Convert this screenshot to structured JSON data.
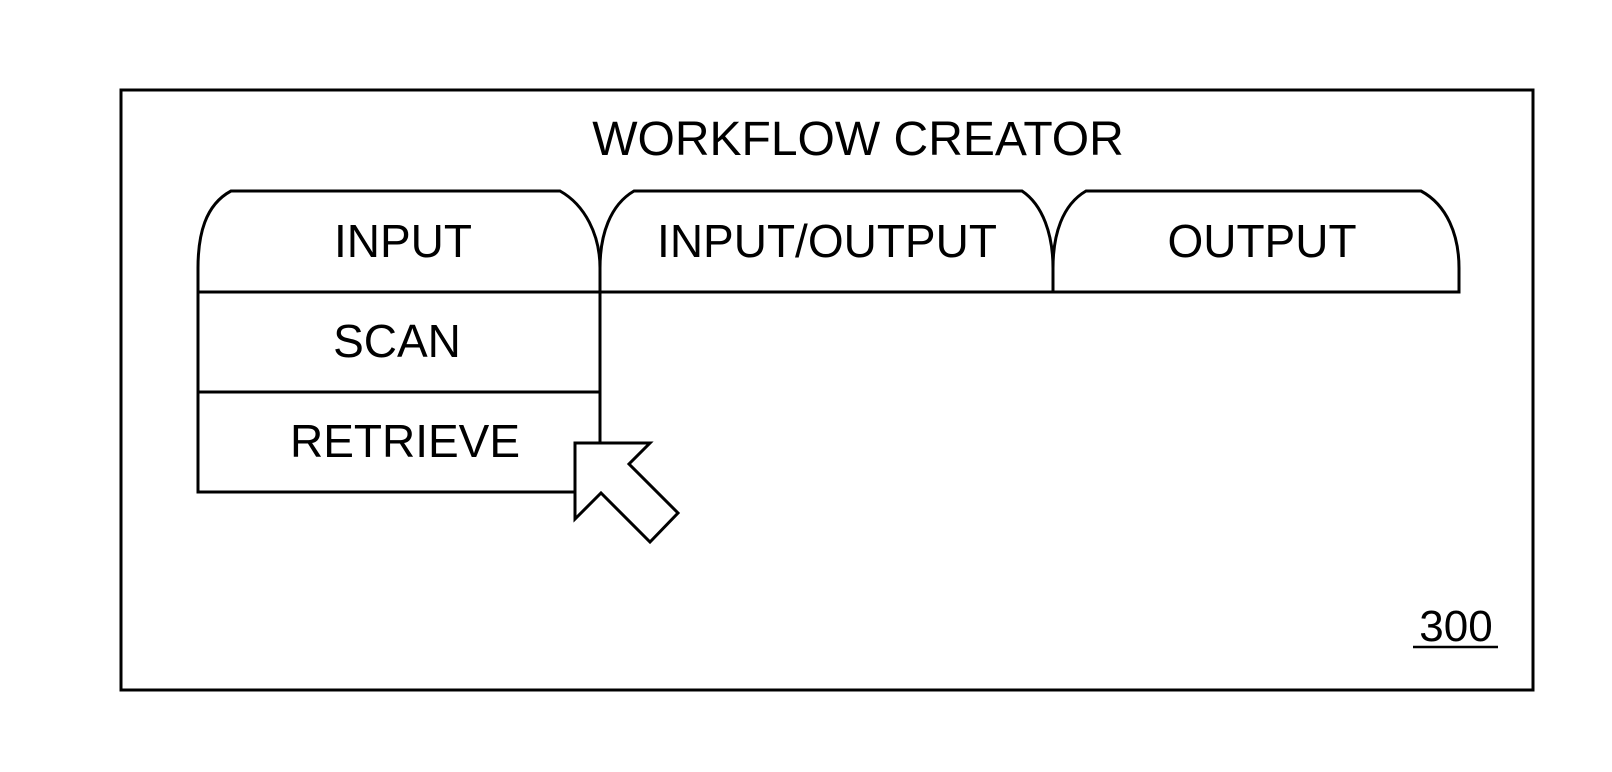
{
  "window": {
    "title": "WORKFLOW CREATOR",
    "reference_number": "300"
  },
  "tabs": [
    {
      "label": "INPUT"
    },
    {
      "label": "INPUT/OUTPUT"
    },
    {
      "label": "OUTPUT"
    }
  ],
  "dropdown": {
    "items": [
      {
        "label": "SCAN"
      },
      {
        "label": "RETRIEVE"
      }
    ]
  },
  "icons": {
    "cursor": "arrow-pointer-icon"
  }
}
